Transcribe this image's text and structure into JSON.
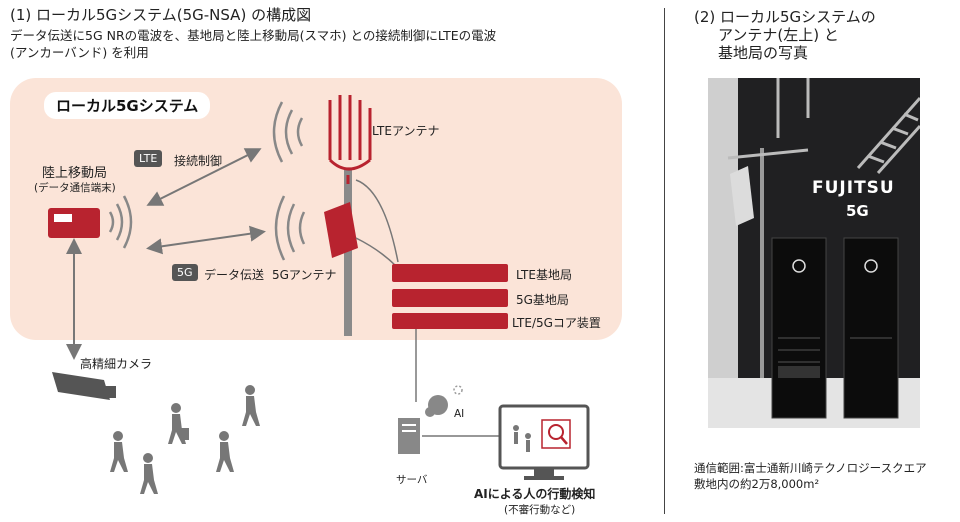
{
  "left": {
    "heading": "(1) ローカル5Gシステム(5G-NSA) の構成図",
    "desc_line1": "データ伝送に5G NRの電波を、基地局と陸上移動局(スマホ) との接続制御にLTEの電波",
    "desc_line2": "(アンカーバンド) を利用",
    "system_label": "ローカル5Gシステム",
    "mobile_station": "陸上移動局",
    "mobile_station_sub": "(データ通信端末)",
    "lte_tag": "LTE",
    "lte_text": "接続制御",
    "fiveg_tag": "5G",
    "fiveg_text": "データ伝送",
    "lte_antenna": "LTEアンテナ",
    "fiveg_antenna": "5Gアンテナ",
    "lte_base": "LTE基地局",
    "fiveg_base": "5G基地局",
    "core": "LTE/5Gコア装置",
    "camera": "高精細カメラ",
    "ai": "AI",
    "server": "サーバ",
    "detect": "AIによる人の行動検知",
    "detect_sub": "(不審行動など)"
  },
  "right": {
    "heading1": "(2) ローカル5Gシステムの",
    "heading2": "アンテナ(左上) と",
    "heading3": "基地局の写真",
    "photo_brand": "FUJITSU",
    "photo_sub": "5G",
    "caption1": "通信範囲:富士通新川崎テクノロジースクエア",
    "caption2": "敷地内の約2万8,000m²"
  },
  "colors": {
    "panel": "#fbe4d8",
    "accent_red": "#b8232f",
    "arrow_gray": "#777777"
  }
}
